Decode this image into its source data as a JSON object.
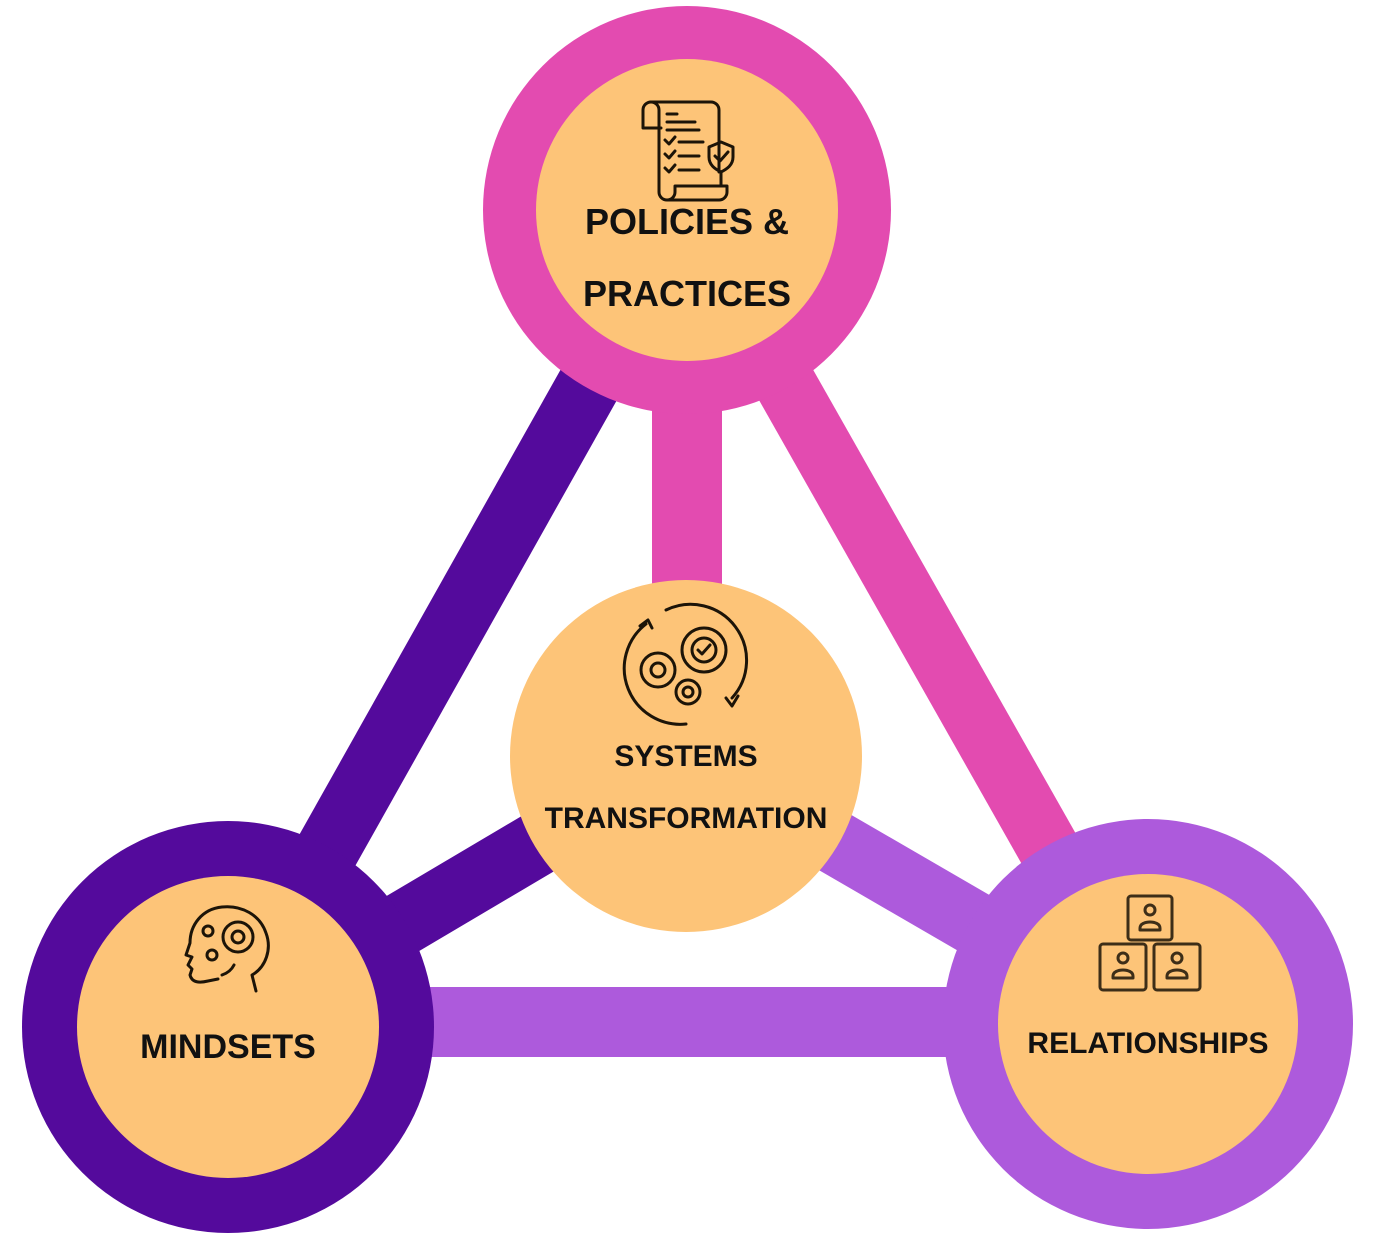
{
  "diagram": {
    "title": "Systems Transformation Framework",
    "colors": {
      "pink": "#e34bb0",
      "dark_purple": "#540a9c",
      "lavender": "#ad5adc",
      "peach": "#fdc478",
      "text": "#111111"
    },
    "nodes": {
      "policies": {
        "label_line1": "POLICIES &",
        "label_line2": "PRACTICES",
        "icon": "policy-scroll-checklist-icon"
      },
      "center": {
        "label_line1": "SYSTEMS",
        "label_line2": "TRANSFORMATION",
        "icon": "gears-cycle-check-icon"
      },
      "mindsets": {
        "label": "MINDSETS",
        "icon": "head-gears-icon"
      },
      "relationships": {
        "label": "RELATIONSHIPS",
        "icon": "puzzle-people-icon"
      }
    },
    "connections": [
      {
        "from": "policies",
        "to": "center",
        "color": "pink"
      },
      {
        "from": "policies",
        "to": "relationships",
        "color": "pink"
      },
      {
        "from": "mindsets",
        "to": "policies",
        "color": "dark_purple"
      },
      {
        "from": "mindsets",
        "to": "center",
        "color": "dark_purple"
      },
      {
        "from": "center",
        "to": "relationships",
        "color": "lavender"
      },
      {
        "from": "mindsets",
        "to": "relationships",
        "color": "lavender"
      }
    ]
  }
}
